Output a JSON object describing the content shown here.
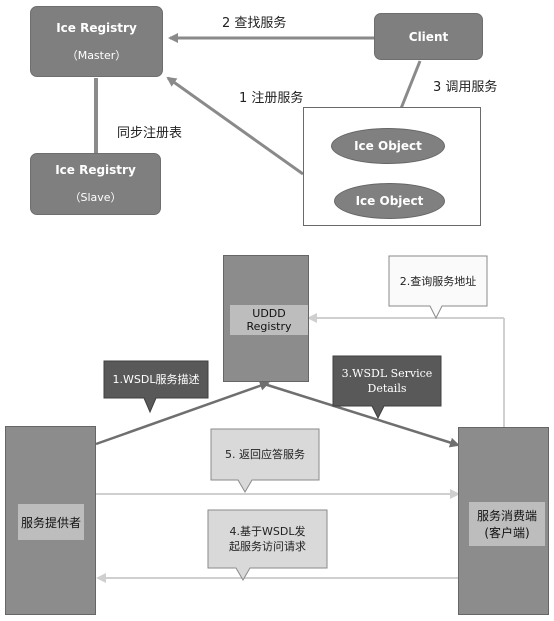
{
  "top_diagram": {
    "master": {
      "title": "Ice Registry",
      "subtitle": "（Master）"
    },
    "slave": {
      "title": "Ice Registry",
      "subtitle": "（Slave）"
    },
    "client": {
      "title": "Client"
    },
    "objects": [
      "Ice Object",
      "Ice Object"
    ],
    "edges": {
      "find_service": "2 查找服务",
      "register_service": "1 注册服务",
      "call_service": "3 调用服务",
      "sync_registry": "同步注册表"
    }
  },
  "bottom_diagram": {
    "registry": "UDDD Registry",
    "provider": "服务提供者",
    "consumer_line1": "服务消费端",
    "consumer_line2": "(客户端)",
    "callouts": {
      "wsdl_desc": "1.WSDL服务描述",
      "query_address": "2.查询服务地址",
      "service_details_line1": "3.WSDL Service",
      "service_details_line2": "Details",
      "request_line1": "4.基于WSDL发",
      "request_line2": "起服务访问请求",
      "response": "5. 返回应答服务"
    }
  },
  "colors": {
    "box_fill": "#7f7f7f",
    "dark_callout": "#595959",
    "light_callout": "#d9d9d9",
    "arrow": "#8a8a8a",
    "light_arrow": "#cfcfcf"
  }
}
